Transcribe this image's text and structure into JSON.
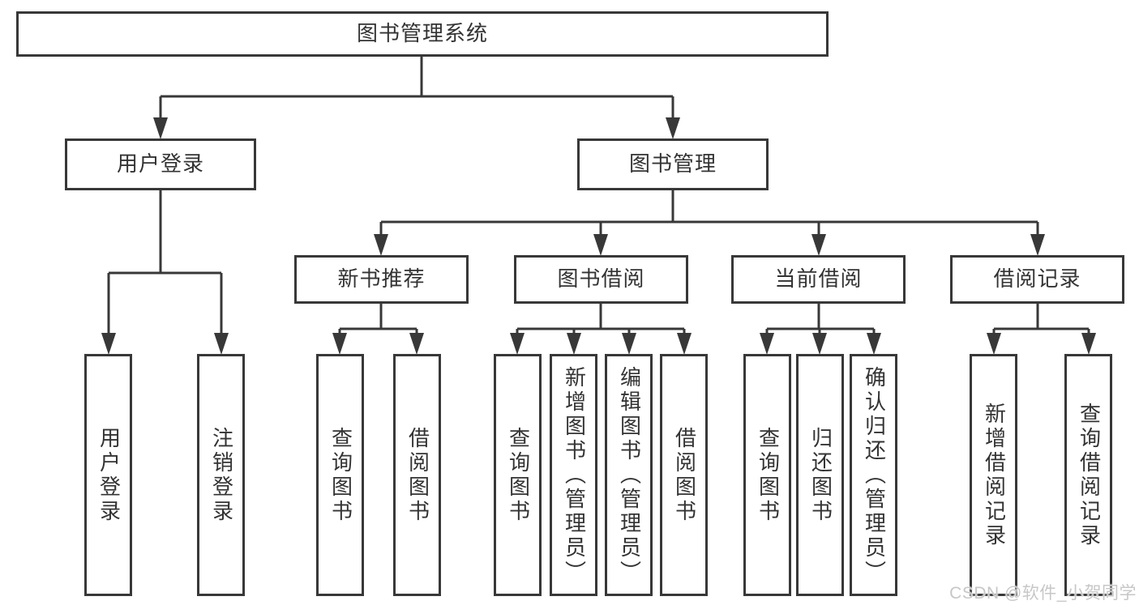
{
  "diagram": {
    "type": "tree",
    "title": "图书管理系统",
    "colors": {
      "line": "#383838",
      "box_border": "#383838",
      "box_fill": "#ffffff",
      "text": "#333333",
      "watermark": "#c7c7c7",
      "background": "#ffffff"
    },
    "root": {
      "label": "图书管理系统",
      "children": [
        {
          "label": "用户登录",
          "children": [
            {
              "label": "用户登录"
            },
            {
              "label": "注销登录"
            }
          ]
        },
        {
          "label": "图书管理",
          "children": [
            {
              "label": "新书推荐",
              "children": [
                {
                  "label": "查询图书"
                },
                {
                  "label": "借阅图书"
                }
              ]
            },
            {
              "label": "图书借阅",
              "children": [
                {
                  "label": "查询图书"
                },
                {
                  "label": "新增图书（管理员）"
                },
                {
                  "label": "编辑图书（管理员）"
                },
                {
                  "label": "借阅图书"
                }
              ]
            },
            {
              "label": "当前借阅",
              "children": [
                {
                  "label": "查询图书"
                },
                {
                  "label": "归还图书"
                },
                {
                  "label": "确认归还（管理员）"
                }
              ]
            },
            {
              "label": "借阅记录",
              "children": [
                {
                  "label": "新增借阅记录"
                },
                {
                  "label": "查询借阅记录"
                }
              ]
            }
          ]
        }
      ]
    }
  },
  "watermark": {
    "text": "CSDN @软件_小贺同学"
  }
}
